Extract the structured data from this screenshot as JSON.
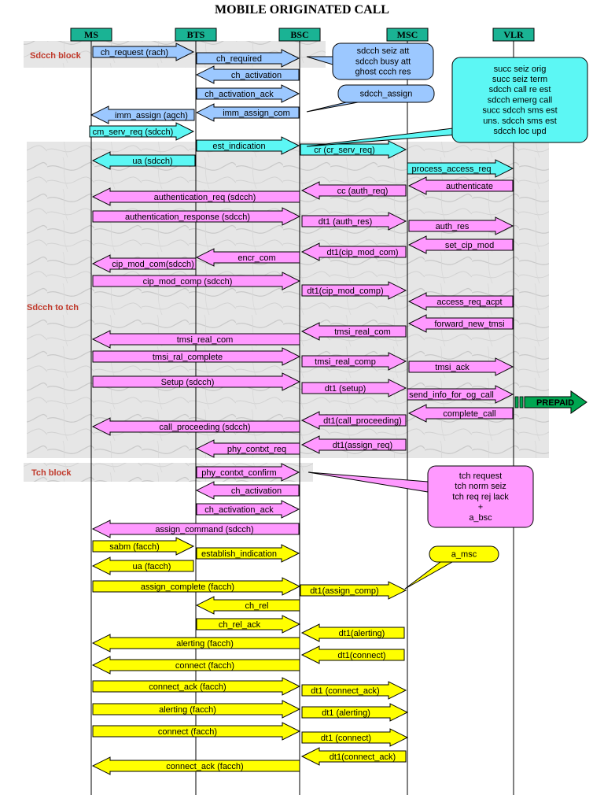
{
  "title": "MOBILE ORIGINATED CALL",
  "colors": {
    "cyan": "#5cf7f4",
    "blue": "#9cc8ff",
    "pink": "#ff99ff",
    "yellow": "#ffff00",
    "green": "#00a651",
    "header": "#1ab394",
    "section_label": "#c0392b",
    "callout_blue": "#9cc8ff",
    "callout_cyan": "#5cf7f4",
    "callout_pink": "#ff99ff",
    "callout_yellow": "#ffff00"
  },
  "entities": [
    "MS",
    "BTS",
    "BSC",
    "MSC",
    "VLR"
  ],
  "sections": [
    {
      "label": "Sdcch block"
    },
    {
      "label": "Sdcch to tch"
    },
    {
      "label": "Tch block"
    }
  ],
  "messages": [
    {
      "label": "ch_request (rach)",
      "from": "MS",
      "to": "BTS",
      "color": "blue"
    },
    {
      "label": "ch_required",
      "from": "BTS",
      "to": "BSC",
      "color": "blue"
    },
    {
      "label": "ch_activation",
      "from": "BSC",
      "to": "BTS",
      "color": "blue"
    },
    {
      "label": "ch_activation_ack",
      "from": "BTS",
      "to": "BSC",
      "color": "blue"
    },
    {
      "label": "imm_assign_com",
      "from": "BSC",
      "to": "BTS",
      "color": "blue"
    },
    {
      "label": "imm_assign (agch)",
      "from": "BTS",
      "to": "MS",
      "color": "blue"
    },
    {
      "label": "cm_serv_req (sdcch)",
      "from": "MS",
      "to": "BTS",
      "color": "cyan"
    },
    {
      "label": "est_indication",
      "from": "BTS",
      "to": "BSC",
      "color": "cyan"
    },
    {
      "label": "cr (cr_serv_req)",
      "from": "BSC",
      "to": "MSC",
      "color": "cyan"
    },
    {
      "label": "ua (sdcch)",
      "from": "BTS",
      "to": "MS",
      "color": "cyan"
    },
    {
      "label": "process_access_req",
      "from": "MSC",
      "to": "VLR",
      "color": "cyan"
    },
    {
      "label": "authenticate",
      "from": "VLR",
      "to": "MSC",
      "color": "pink"
    },
    {
      "label": "cc (auth_req)",
      "from": "MSC",
      "to": "BSC",
      "color": "pink"
    },
    {
      "label": "authentication_req (sdcch)",
      "from": "BSC",
      "to": "MS",
      "color": "pink"
    },
    {
      "label": "authentication_response (sdcch)",
      "from": "MS",
      "to": "BSC",
      "color": "pink"
    },
    {
      "label": "dt1 (auth_res)",
      "from": "BSC",
      "to": "MSC",
      "color": "pink"
    },
    {
      "label": "auth_res",
      "from": "MSC",
      "to": "VLR",
      "color": "pink"
    },
    {
      "label": "set_cip_mod",
      "from": "VLR",
      "to": "MSC",
      "color": "pink"
    },
    {
      "label": "dt1(cip_mod_com)",
      "from": "MSC",
      "to": "BSC",
      "color": "pink"
    },
    {
      "label": "encr_com",
      "from": "BSC",
      "to": "BTS",
      "color": "pink"
    },
    {
      "label": "cip_mod_com(sdcch)",
      "from": "BTS",
      "to": "MS",
      "color": "pink"
    },
    {
      "label": "cip_mod_comp (sdcch)",
      "from": "MS",
      "to": "BSC",
      "color": "pink"
    },
    {
      "label": "dt1(cip_mod_comp)",
      "from": "BSC",
      "to": "MSC",
      "color": "pink"
    },
    {
      "label": "access_req_acpt",
      "from": "VLR",
      "to": "MSC",
      "color": "pink"
    },
    {
      "label": "forward_new_tmsi",
      "from": "VLR",
      "to": "MSC",
      "color": "pink"
    },
    {
      "label": "tmsi_real_com",
      "from": "MSC",
      "to": "BSC",
      "color": "pink"
    },
    {
      "label": "tmsi_real_com",
      "from": "BSC",
      "to": "MS",
      "color": "pink"
    },
    {
      "label": "tmsi_ral_complete",
      "from": "MS",
      "to": "BSC",
      "color": "pink"
    },
    {
      "label": "tmsi_real_comp",
      "from": "BSC",
      "to": "MSC",
      "color": "pink"
    },
    {
      "label": "tmsi_ack",
      "from": "MSC",
      "to": "VLR",
      "color": "pink"
    },
    {
      "label": "Setup (sdcch)",
      "from": "MS",
      "to": "BSC",
      "color": "pink"
    },
    {
      "label": "dt1 (setup)",
      "from": "BSC",
      "to": "MSC",
      "color": "pink"
    },
    {
      "label": "send_info_for_og_call",
      "from": "MSC",
      "to": "VLR",
      "color": "pink"
    },
    {
      "label": "complete_call",
      "from": "VLR",
      "to": "MSC",
      "color": "pink"
    },
    {
      "label": "dt1(call_proceeding)",
      "from": "MSC",
      "to": "BSC",
      "color": "pink"
    },
    {
      "label": "call_proceeding (sdcch)",
      "from": "BSC",
      "to": "MS",
      "color": "pink"
    },
    {
      "label": "dt1(assign_req)",
      "from": "MSC",
      "to": "BSC",
      "color": "pink"
    },
    {
      "label": "phy_contxt_req",
      "from": "BSC",
      "to": "BTS",
      "color": "pink"
    },
    {
      "label": "phy_contxt_confirm",
      "from": "BTS",
      "to": "BSC",
      "color": "pink"
    },
    {
      "label": "ch_activation",
      "from": "BSC",
      "to": "BTS",
      "color": "pink"
    },
    {
      "label": "ch_activation_ack",
      "from": "BTS",
      "to": "BSC",
      "color": "pink"
    },
    {
      "label": "assign_command (sdcch)",
      "from": "BSC",
      "to": "MS",
      "color": "pink"
    },
    {
      "label": "sabm (facch)",
      "from": "MS",
      "to": "BTS",
      "color": "yellow"
    },
    {
      "label": "establish_indication",
      "from": "BTS",
      "to": "BSC",
      "color": "yellow"
    },
    {
      "label": "ua (facch)",
      "from": "BTS",
      "to": "MS",
      "color": "yellow"
    },
    {
      "label": "assign_complete (facch)",
      "from": "MS",
      "to": "BSC",
      "color": "yellow"
    },
    {
      "label": "dt1(assign_comp)",
      "from": "BSC",
      "to": "MSC",
      "color": "yellow"
    },
    {
      "label": "ch_rel",
      "from": "BSC",
      "to": "BTS",
      "color": "yellow"
    },
    {
      "label": "ch_rel_ack",
      "from": "BTS",
      "to": "BSC",
      "color": "yellow"
    },
    {
      "label": "dt1(alerting)",
      "from": "MSC",
      "to": "BSC",
      "color": "yellow"
    },
    {
      "label": "alerting (facch)",
      "from": "BSC",
      "to": "MS",
      "color": "yellow"
    },
    {
      "label": "dt1(connect)",
      "from": "MSC",
      "to": "BSC",
      "color": "yellow"
    },
    {
      "label": "connect (facch)",
      "from": "BSC",
      "to": "MS",
      "color": "yellow"
    },
    {
      "label": "connect_ack (facch)",
      "from": "MS",
      "to": "BSC",
      "color": "yellow"
    },
    {
      "label": "dt1 (connect_ack)",
      "from": "BSC",
      "to": "MSC",
      "color": "yellow"
    },
    {
      "label": "alerting (facch)",
      "from": "MS",
      "to": "BSC",
      "color": "yellow"
    },
    {
      "label": "dt1 (alerting)",
      "from": "BSC",
      "to": "MSC",
      "color": "yellow"
    },
    {
      "label": "connect (facch)",
      "from": "MS",
      "to": "BSC",
      "color": "yellow"
    },
    {
      "label": "dt1 (connect)",
      "from": "BSC",
      "to": "MSC",
      "color": "yellow"
    },
    {
      "label": "dt1(connect_ack)",
      "from": "MSC",
      "to": "BSC",
      "color": "yellow"
    },
    {
      "label": "connect_ack (facch)",
      "from": "BSC",
      "to": "MS",
      "color": "yellow"
    }
  ],
  "callouts": [
    {
      "lines": [
        "sdcch seiz att",
        "sdcch busy att",
        "ghost ccch res"
      ],
      "color": "callout_blue"
    },
    {
      "lines": [
        "sdcch_assign"
      ],
      "color": "callout_blue"
    },
    {
      "lines": [
        "succ seiz orig",
        "succ seiz term",
        "sdcch call re est",
        "sdcch emerg call",
        "succ sdcch sms est",
        "uns. sdcch sms est",
        "sdcch loc upd"
      ],
      "color": "callout_cyan"
    },
    {
      "lines": [
        "tch request",
        "tch norm seiz",
        "tch req rej lack",
        "+",
        "a_bsc"
      ],
      "color": "callout_pink"
    },
    {
      "lines": [
        "a_msc"
      ],
      "color": "callout_yellow"
    }
  ],
  "prepaid_label": "PREPAID"
}
